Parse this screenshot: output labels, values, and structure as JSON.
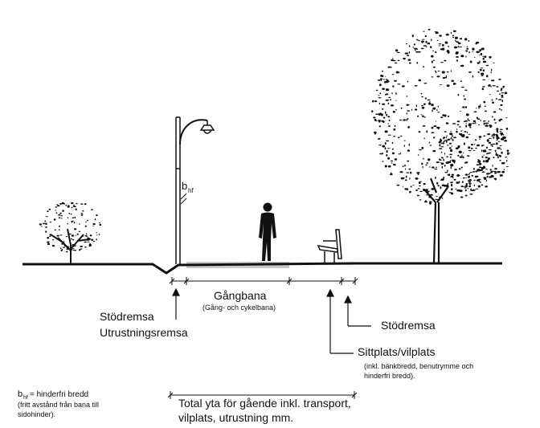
{
  "labels": {
    "bhf_symbol": "b",
    "bhf_subscript": "hf",
    "gangbana": "Gångbana",
    "gangbana_note": "(Gång- och cykelbana)",
    "stodremsa_left": "Stödremsa",
    "utrustningsremsa": "Utrustningsremsa",
    "stodremsa_right": "Stödremsa",
    "sittplats": "Sittplats/vilplats",
    "sittplats_note_1": "(inkl. bänkbredd, benutrymme och",
    "sittplats_note_2": "hinderfri bredd).",
    "total_1": "Total yta för gående inkl. transport,",
    "total_2": "vilplats, utrustning mm.",
    "legend_symbol": "b",
    "legend_subscript": "hf",
    "legend_text": " = hinderfri bredd",
    "legend_note_1": "(fritt avstånd från bana till",
    "legend_note_2": "sidohinder)."
  },
  "icons": [
    "shrub-icon",
    "street-lamp-icon",
    "pedestrian-icon",
    "bench-icon",
    "tree-icon"
  ],
  "colors": {
    "ink": "#111111",
    "path_surface": "#c8c8c8"
  }
}
